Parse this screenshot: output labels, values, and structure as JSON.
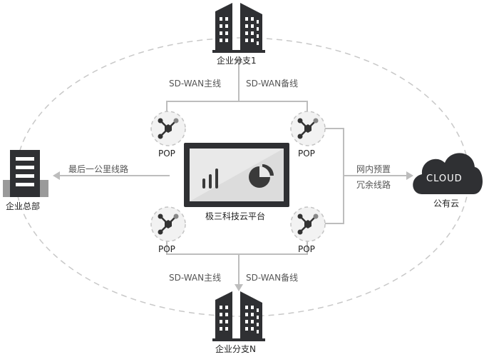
{
  "nodes": {
    "branch_1": "企业分支1",
    "branch_n": "企业分支N",
    "headquarters": "企业总部",
    "public_cloud": "公有云",
    "cloud_badge": "CLOUD",
    "platform": "极三科技云平台",
    "pop_label": "POP"
  },
  "links": {
    "top_main": "SD-WAN主线",
    "top_backup": "SD-WAN备线",
    "bottom_main": "SD-WAN主线",
    "bottom_backup": "SD-WAN备线",
    "last_mile": "最后一公里线路",
    "intranet_line1": "网内预置",
    "intranet_line2": "冗余线路"
  }
}
